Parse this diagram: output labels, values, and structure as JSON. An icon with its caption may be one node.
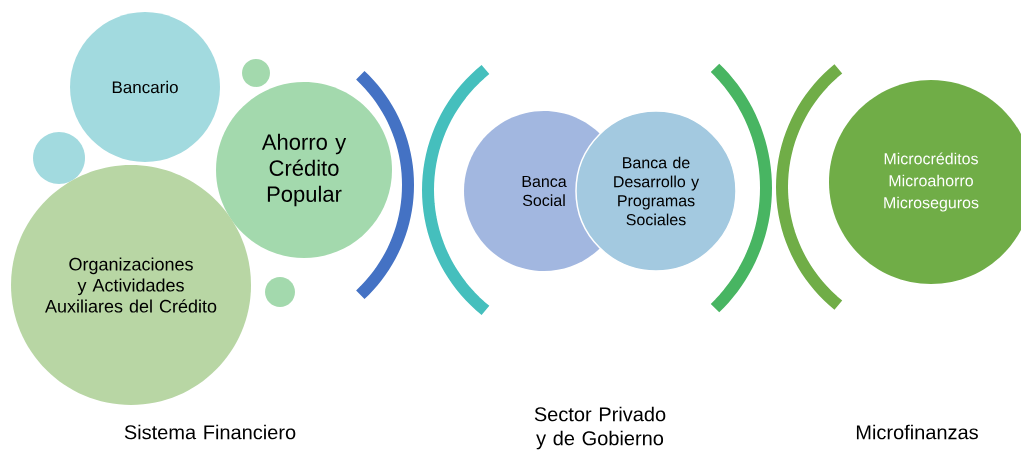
{
  "diagram": {
    "nodes": [
      {
        "text": [
          "Bancario"
        ]
      },
      {
        "text": [],
        "shape": "circle"
      },
      {
        "text": [],
        "shape": "circle"
      },
      {
        "text": [
          "Ahorro y Crédito Popular"
        ]
      },
      {
        "text": [
          "Organizaciones y Actividades Auxiliares del Crédito"
        ]
      },
      {
        "text": [],
        "shape": "circle"
      },
      {
        "text": [
          "Banca Social"
        ]
      },
      {
        "text": [
          "Banca de Desarrollo y Programas Sociales"
        ]
      },
      {
        "text": [
          "Microcréditos",
          "Microahorro",
          "Microseguros"
        ]
      }
    ],
    "labels": [
      "Sistema Financiero",
      "Sector Privado y de Gobierno",
      "Microfinanzas"
    ]
  }
}
